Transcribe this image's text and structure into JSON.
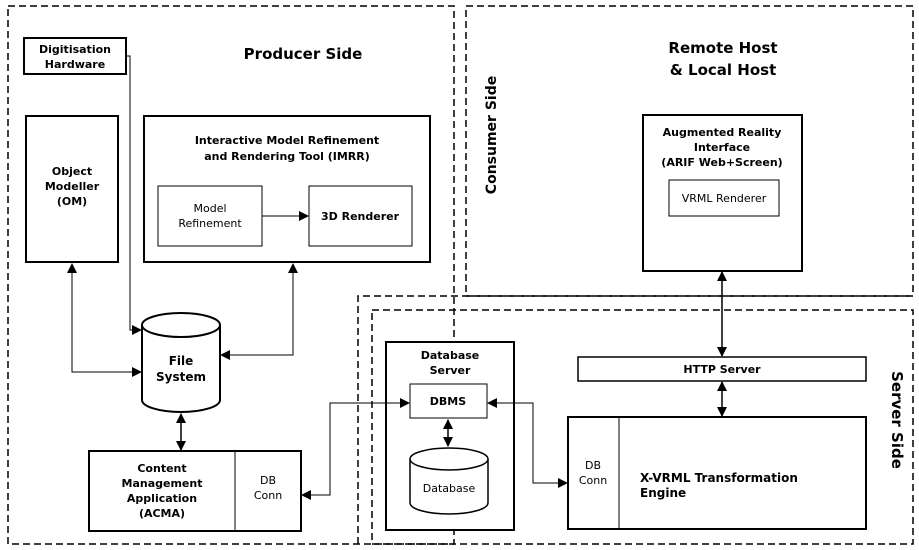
{
  "regions": {
    "producer": "Producer Side",
    "consumer": "Consumer Side",
    "remote": [
      "Remote Host",
      "& Local Host"
    ],
    "server": "Server Side"
  },
  "boxes": {
    "digitisation": [
      "Digitisation",
      "Hardware"
    ],
    "om": [
      "Object",
      "Modeller",
      "(OM)"
    ],
    "imrr": [
      "Interactive Model Refinement",
      "and Rendering Tool (IMRR)"
    ],
    "model_refinement": [
      "Model",
      "Refinement"
    ],
    "renderer_3d": "3D Renderer",
    "file_system": [
      "File",
      "System"
    ],
    "acma": [
      "Content",
      "Management",
      "Application",
      "(ACMA)"
    ],
    "acma_db_conn": [
      "DB",
      "Conn"
    ],
    "arif": [
      "Augmented Reality",
      "Interface",
      "(ARIF Web+Screen)"
    ],
    "vrml_renderer": "VRML Renderer",
    "http_server": "HTTP Server",
    "db_server": [
      "Database",
      "Server"
    ],
    "dbms": "DBMS",
    "database": "Database",
    "xvrml_db_conn": [
      "DB",
      "Conn"
    ],
    "xvrml": [
      "X-VRML Transformation",
      "Engine"
    ]
  }
}
